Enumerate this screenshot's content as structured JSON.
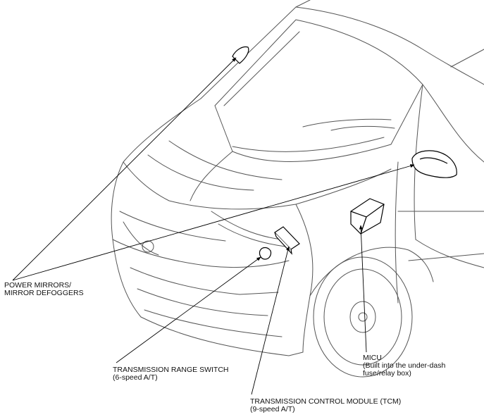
{
  "labels": {
    "power_mirrors": [
      "POWER MIRRORS/",
      "MIRROR DEFOGGERS"
    ],
    "transmission_range_switch": [
      "TRANSMISSION RANGE SWITCH",
      "(6-speed A/T)"
    ],
    "tcm": [
      "TRANSMISSION CONTROL MODULE (TCM)",
      "(9-speed A/T)"
    ],
    "micu": [
      "MICU",
      "(Built into the under-dash",
      "fuse/relay box)"
    ]
  }
}
